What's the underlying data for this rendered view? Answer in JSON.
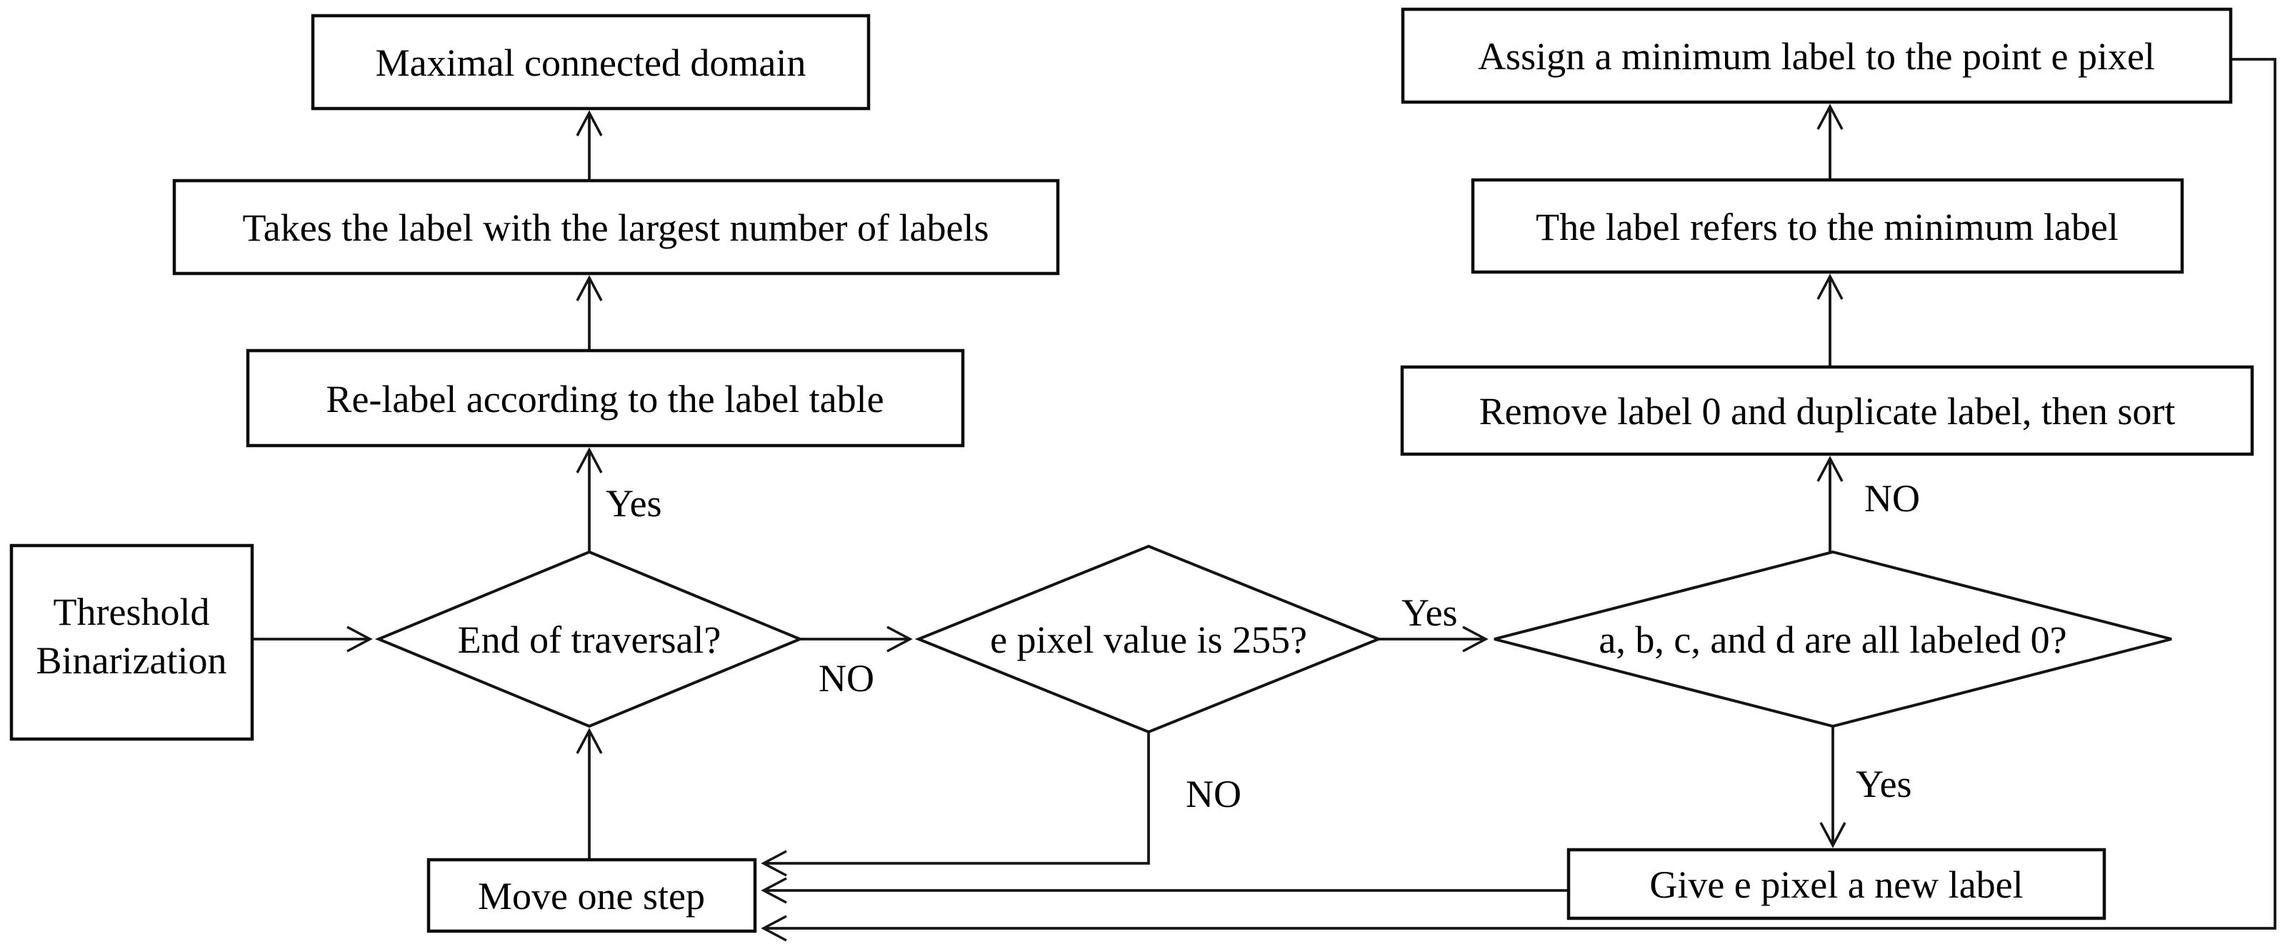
{
  "colors": {
    "ink": "#111111",
    "paper": "#ffffff"
  },
  "nodes": {
    "maximal": {
      "label": "Maximal connected domain"
    },
    "takes": {
      "label": "Takes the label with the largest number of labels"
    },
    "relabel": {
      "label": "Re-label according to the label table"
    },
    "threshold": {
      "line1": "Threshold",
      "line2": "Binarization"
    },
    "end_of_traversal": {
      "label": "End of traversal?"
    },
    "pixel_value": {
      "label": "e pixel value is 255?"
    },
    "abcd_labeled": {
      "label": "a, b, c, and d are all labeled 0?"
    },
    "assign_min": {
      "label": "Assign a minimum label to the point e pixel"
    },
    "label_refers": {
      "label": "The label refers to the minimum label"
    },
    "remove_sort": {
      "label": "Remove label 0 and duplicate label, then sort"
    },
    "move_one_step": {
      "label": "Move one step"
    },
    "give_new_label": {
      "label": "Give e pixel a new label"
    }
  },
  "edge_labels": {
    "end_traversal_yes": "Yes",
    "end_traversal_no": "NO",
    "pixel_value_yes": "Yes",
    "pixel_value_no": "NO",
    "abcd_no": "NO",
    "abcd_yes": "Yes"
  }
}
